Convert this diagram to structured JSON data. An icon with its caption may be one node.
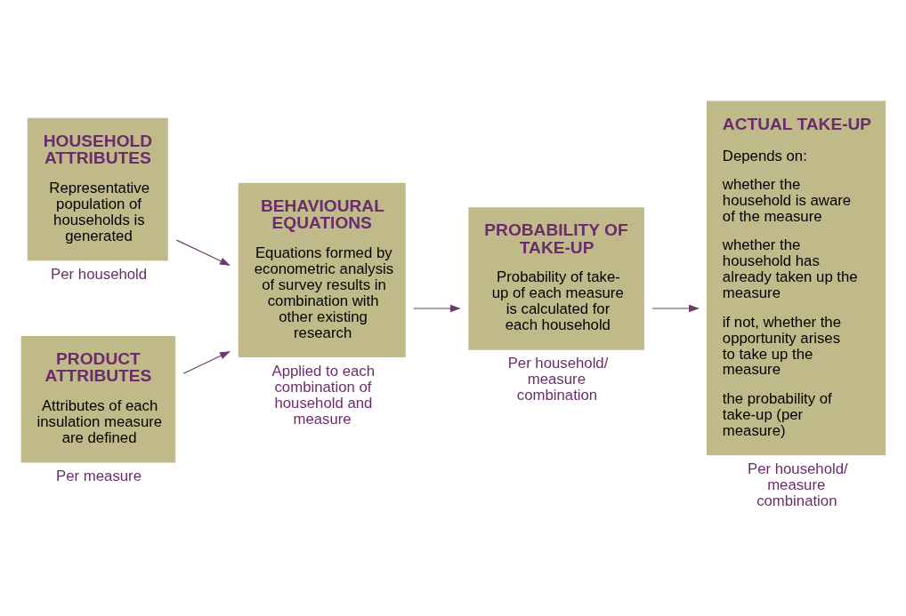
{
  "diagram": {
    "nodes": [
      {
        "text": [
          "HOUSEHOLD ATTRIBUTES",
          "Representative population of households is generated"
        ],
        "beside": [
          "Per household"
        ]
      },
      {
        "text": [
          "PRODUCT ATTRIBUTES",
          "Attributes of each insulation measure are defined"
        ],
        "beside": [
          "Per measure"
        ]
      },
      {
        "text": [
          "BEHAVIOURAL EQUATIONS",
          "Equations formed by econometric analysis of survey results in combination with other existing research"
        ],
        "beside": [
          "Applied to each combination of household and measure"
        ]
      },
      {
        "text": [
          "PROBABILITY OF TAKE-UP",
          "Probability of take-up of each measure is calculated for each household"
        ],
        "beside": [
          "Per household/ measure combination"
        ]
      },
      {
        "text": [
          "ACTUAL TAKE-UP",
          "Depends on:",
          "whether the household is aware of the measure",
          "whether the household has already taken up the measure",
          "if not, whether the opportunity arises to take up the measure",
          "the probability of take-up (per measure)"
        ],
        "beside": [
          "Per household/ measure combination"
        ]
      }
    ],
    "edges": [
      {
        "from": 0,
        "to": 2,
        "arrow": "to"
      },
      {
        "from": 1,
        "to": 2,
        "arrow": "to"
      },
      {
        "from": 2,
        "to": 3,
        "arrow": "to"
      },
      {
        "from": 3,
        "to": 4,
        "arrow": "to"
      }
    ]
  }
}
